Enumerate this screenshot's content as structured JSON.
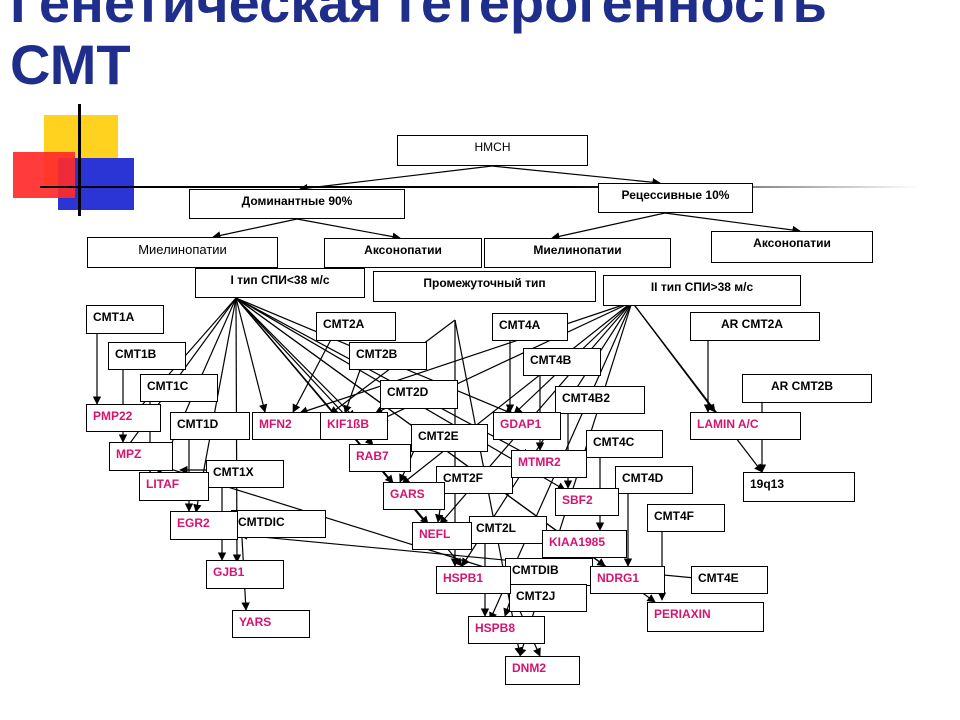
{
  "title": {
    "line1": "Генетическая гетерогенность",
    "line2": "СМТ"
  },
  "colors": {
    "title": "#1f2e8a",
    "gene": "#d6146e",
    "deco_yellow": "#ffd21f",
    "deco_red": "#ff2a2a",
    "deco_blue": "#2b35d6"
  },
  "diagram": {
    "hmsn": "НМСН",
    "dominant": "Доминантные 90%",
    "recessive": "Рецессивные  10%",
    "myelin_dom": "Миелинопатии",
    "axon_dom": "Аксонопатии",
    "myelin_rec": "Миелинопатии",
    "axon_rec": "Аксонопатии",
    "type1": "I тип СПИ<38 м/с",
    "intermediate": "Промежуточный тип",
    "type2": "II тип СПИ>38 м/с",
    "subtypes": {
      "cmt1a": "CMT1A",
      "cmt1b": "CMT1B",
      "cmt1c": "CMT1C",
      "cmt1d": "CMT1D",
      "cmt1x": "CMT1X",
      "cmtdic": "CMTDIC",
      "cmt2a": "CMT2A",
      "cmt2b": "CMT2B",
      "cmt2d": "CMT2D",
      "cmt2e": "CMT2E",
      "cmt2f": "CMT2F",
      "cmt2l": "CMT2L",
      "cmtdib": "CMTDIB",
      "cmt2j": "CMT2J",
      "cmt4a": "CMT4A",
      "cmt4b": "CMT4B",
      "cmt4b2": "CMT4B2",
      "cmt4c": "CMT4C",
      "cmt4d": "CMT4D",
      "cmt4f": "CMT4F",
      "cmt4e": "CMT4E",
      "arcmt2a": "AR CMT2A",
      "arcmt2b": "AR CMT2B",
      "locus": "19q13"
    },
    "genes": {
      "pmp22": "PMP22",
      "mpz": "MPZ",
      "litaf": "LITAF",
      "egr2": "EGR2",
      "gjb1": "GJB1",
      "yars": "YARS",
      "mfn2": "MFN2",
      "kif1b": "KIF1ßB",
      "rab7": "RAB7",
      "gars": "GARS",
      "nefl": "NEFL",
      "hspb1": "HSPB1",
      "hspb8": "HSPB8",
      "dnm2": "DNM2",
      "gdap1": "GDAP1",
      "mtmr2": "MTMR2",
      "sbf2": "SBF2",
      "kiaa1985": "KIAA1985",
      "ndrg1": "NDRG1",
      "periaxin": "PERIAXIN",
      "lamin": "LAMIN A/C"
    }
  }
}
